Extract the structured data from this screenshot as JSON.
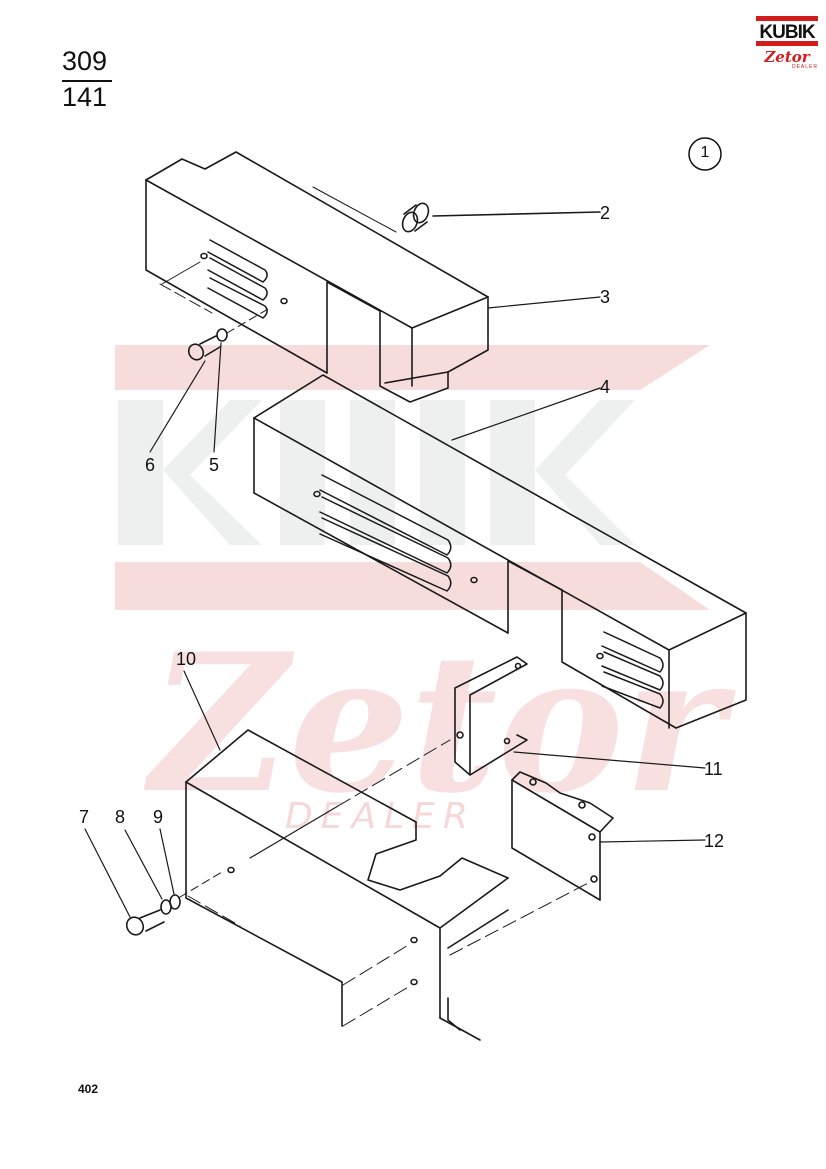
{
  "page": {
    "number_top": "309",
    "number_bottom": "141",
    "footer_number": "402",
    "sheet_badge": "1"
  },
  "logo": {
    "brand": "KUBIK",
    "sub": "Zetor",
    "tag": "DEALER",
    "colors": {
      "red": "#d21d1d",
      "black": "#111111"
    }
  },
  "watermark": {
    "brand": "KUBIK",
    "sub": "Zetor",
    "tag": "DEALER",
    "colors": {
      "grey": "#e9ecea",
      "pink": "#f6d8d8"
    }
  },
  "callouts": [
    "2",
    "3",
    "4",
    "5",
    "6",
    "7",
    "8",
    "9",
    "10",
    "11",
    "12"
  ]
}
